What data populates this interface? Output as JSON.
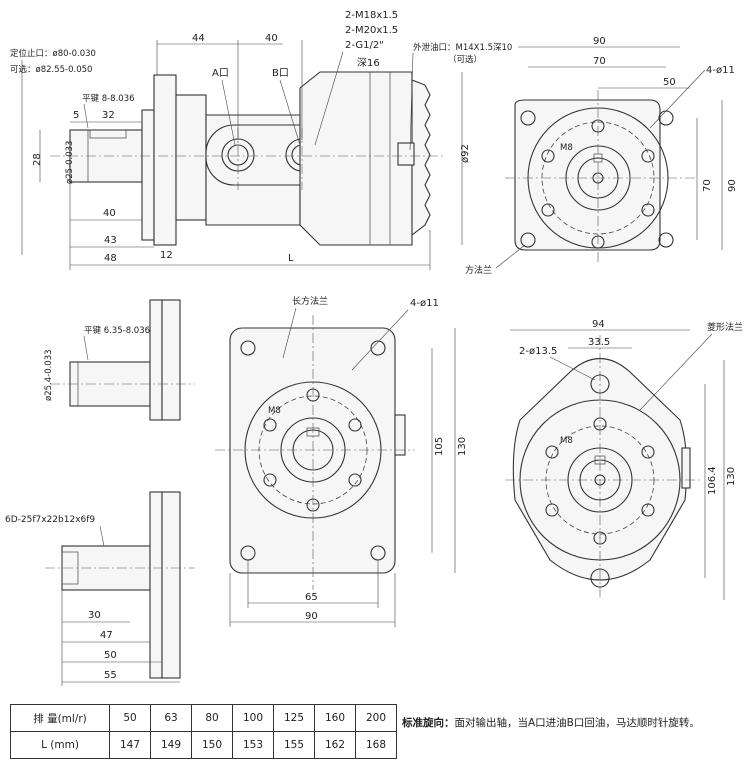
{
  "dims": {
    "v1_top_44": "44",
    "v1_top_40": "40",
    "ports": [
      "2-M18x1.5",
      "2-M20x1.5",
      "2-G1/2\""
    ],
    "depth16": "深16",
    "ext_drain": "外泄油口：M14X1.5深10",
    "optional": "（可选）",
    "pilot": "定位止口：ø80-0.030",
    "optional2": "可选：ø82.55-0.050",
    "key1": "平键 8-8.036",
    "d5": "5",
    "d32": "32",
    "d28": "28",
    "shaft1": "ø25-0.033",
    "d40": "40",
    "d43": "43",
    "d48": "48",
    "d12": "12",
    "dL": "L",
    "d92": "ø92",
    "portA": "A口",
    "portB": "B口",
    "sq_90": "90",
    "sq_70": "70",
    "sq_50": "50",
    "sq_4011": "4-ø11",
    "sq_m8": "M8",
    "sq_v70": "70",
    "sq_v90": "90",
    "sq_label": "方法兰",
    "key2": "平键 6.35-8.036",
    "shaft2": "ø25.4-0.033",
    "rect_label": "长方法兰",
    "rect_4011": "4-ø11",
    "rect_m8": "M8",
    "rect_105": "105",
    "rect_130": "130",
    "rect_65": "65",
    "rect_90": "90",
    "dia_94": "94",
    "dia_335": "33.5",
    "dia_label": "菱形法兰",
    "dia_2135": "2-ø13.5",
    "dia_m8": "M8",
    "dia_1064": "106.4",
    "dia_130": "130",
    "spline": "6D-25f7x22b12x6f9",
    "sp_30": "30",
    "sp_47": "47",
    "sp_50": "50",
    "sp_55": "55"
  },
  "table": {
    "row1_head": "排 量(ml/r)",
    "row1": [
      "50",
      "63",
      "80",
      "100",
      "125",
      "160",
      "200"
    ],
    "row2_head": "L (mm)",
    "row2": [
      "147",
      "149",
      "150",
      "153",
      "155",
      "162",
      "168"
    ]
  },
  "note": {
    "label": "标准旋向：",
    "text": "面对输出轴，当A口进油B口回油，马达顺时针旋转。"
  }
}
